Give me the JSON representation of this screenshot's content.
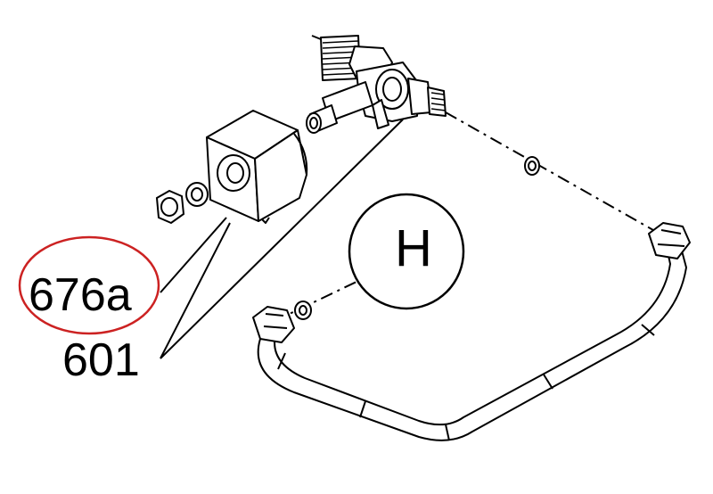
{
  "labels": {
    "part_a": "676a",
    "part_b": "601",
    "detail": "H"
  },
  "colors": {
    "line": "#000000",
    "highlight_ellipse": "#cc2222",
    "background": "#ffffff"
  }
}
